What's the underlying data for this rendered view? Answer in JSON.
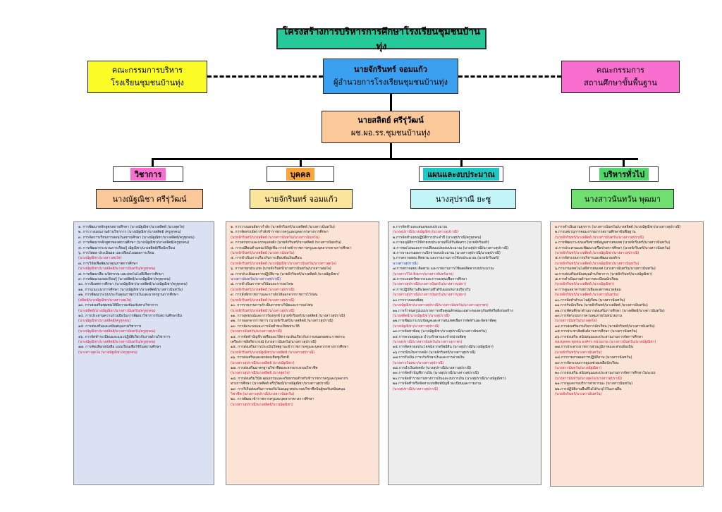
{
  "title": "โครงสร้างการบริหารการศึกษาโรงเรียนชุมชนบ้านทุ่ง",
  "top_left": {
    "line1": "คณะกรรมการบริหาร",
    "line2": "โรงเรียนชุมชนบ้านทุ่ง"
  },
  "director": {
    "line1": "นายจักรินทร์  จอมแก้ว",
    "line2": "ผู้อำนวยการโรงเรียนชุมชนบ้านทุ่ง"
  },
  "top_right": {
    "line1": "คณะกรรมการ",
    "line2": "สถานศึกษาขั้นพื้นฐาน"
  },
  "deputy": {
    "line1": "นายสลิตย์       ศรีรุ่วัฒน์",
    "line2": "ผช.ผอ.รร.ชุมชนบ้านทุ่ง"
  },
  "departments": [
    {
      "label": "วิชาการ",
      "head": "นางณัฐณิชา    ศรีรุ่วัฒน์",
      "tab_color": "#f86fd0",
      "name_color": "#fbc89a"
    },
    {
      "label": "บุคคล",
      "head": "นายจักรินทร์  จอมแก้ว",
      "tab_color": "#f9a53a",
      "name_color": "#fbe59b"
    },
    {
      "label": "แผนและงบประมาณ",
      "head": "นางสุปราณี  ยะซู",
      "tab_color": "#1fc7c2",
      "name_color": "#c3f5f8"
    },
    {
      "label": "บริหารทั่วไป",
      "head": "นางสาวนันทวัน  พุฒมา",
      "tab_color": "#4fd86a",
      "name_color": "#6fe06f"
    }
  ],
  "panels": [
    {
      "bg": "#d9e1f2",
      "lines": [
        {
          "s": "t",
          "x": "๑. การพัฒนาหลักสูตรสถานศึกษา (นางณัฐณิชา/นางสลิตย์ /นางสุดใจ)"
        },
        {
          "s": "t",
          "x": "๒. การวางแผนงานด้านวิชาการ (นางณัฐณิชา/นางสลิตย์ /ครูทุกคน)"
        },
        {
          "s": "t",
          "x": "๓. การจัดการเรียนการสอนในสถานศึกษา (นางณัฐณิชา/นางสลิตย์/ครูทุกคน)"
        },
        {
          "s": "t",
          "x": "๔. การพัฒนาหลักสูตรของสถานศึกษา (นางณัฐณิชา/นางสลิตย์/ครูทุกคน)"
        },
        {
          "s": "t",
          "x": "๕. การพัฒนากระบวนการเรียนรู้ ณัฐณิชา/นางสลิตย์/ชื่อนักเรียน"
        },
        {
          "s": "t",
          "x": "๖. การวัดผล ประเมินผล และเทียบโอนผลการเรียน"
        },
        {
          "s": "r",
          "x": "(นางณัฐณิชา/นางสาวสมใจ)"
        },
        {
          "s": "t",
          "x": "๗. การวิจัยเพื่อพัฒนาคุณภาพการศึกษา"
        },
        {
          "s": "r",
          "x": "(นางณัฐณิชา/นางสลิตย์/นางสาวนันทวัน/ครูทุกคน)"
        },
        {
          "s": "t",
          "x": "๘. การพัฒนาสื่อ นวัตกรรม และเทคโนโลยีเพื่อการศึกษา"
        },
        {
          "s": "t",
          "x": "๙. การพัฒนาแหล่งเรียนรู้ (นางสลิตย์/นางณัฐณิชา/ครูทุกคน)"
        },
        {
          "s": "t",
          "x": "๑๐. การนิเทศการศึกษา (นางณัฐณิชา/นางสลิตย์/นางณัฐณิชา/ครูทุกคน)"
        },
        {
          "s": "t",
          "x": "๑๑. การแนะแนวการศึกษา (นางณัฐณิชา/นางสลิตย์/นางสาวนันทวัน)"
        },
        {
          "s": "t",
          "x": "๑๒. การพัฒนาระบบประกันคุณภาพภายในและมาตรฐานการศึกษา"
        },
        {
          "s": "r",
          "x": "(สลิตย์/นางณัฐณิชา/นางสาวสมใจ)"
        },
        {
          "s": "t",
          "x": "๑๓. การส่งเสริมชุมชนให้มีความเข้มแข็งทางวิชาการ"
        },
        {
          "s": "r",
          "x": "(นางสลิตย์/นางณัฐณิชา/นางสาวนันทวัน/ครูทุกคน)"
        },
        {
          "s": "t",
          "x": "๑๔. การประสานความร่วมมือในการพัฒนาวิชาการกับสถานศึกษาอื่น"
        },
        {
          "s": "r",
          "x": "(นางณัฐณิชา/นางสลิตย์/ครูทุกคน)"
        },
        {
          "s": "t",
          "x": "๑๕. การส่งเสริมและสนับสนุนงานวิชาการ"
        },
        {
          "s": "r",
          "x": "(นางณัฐณิชา/นางสลิตย์/นางสาวนันทวัน/ครูทุกคน)"
        },
        {
          "s": "t",
          "x": "๑๖. การจัดทำระเบียบและแนวปฏิบัติเกี่ยวกับงานด้านวิชาการ"
        },
        {
          "s": "r",
          "x": "(นางณัฐณิชา/นางสลิตย์/นางสาวนันทวัน/ครูทุกคน)"
        },
        {
          "s": "t",
          "x": "๑๗. การคัดเลือกหนังสือ แบบเรียนเพื่อใช้ในสถานศึกษา"
        },
        {
          "s": "r",
          "x": "(นางสาวสุดใจ /นางณัฐณิชา/ครูทุกคน)"
        }
      ]
    },
    {
      "bg": "#fbe4d5",
      "lines": [
        {
          "s": "t",
          "x": "๑. การวางแผนอัตรากำลัง (นายจักรินทร์/นางสลิตย์ /นางสาวนันทวัน)"
        },
        {
          "s": "t",
          "x": "๒. การจัดสรรอัตรากำลังข้าราชการครูและบุคลากรทางการศึกษา"
        },
        {
          "s": "r",
          "x": "(นายจักรินทร์/นางสลิตย์ /นางสาวนันทวัน/นางสาวนันทวัน)"
        },
        {
          "s": "t",
          "x": "๓. การสรรหาและบรรจุแต่งตั้ง (นายจักรินทร์/นางสลิตย์ /นางสาวนันทวัน)"
        },
        {
          "s": "t",
          "x": "๔. การเปลี่ยนตำแหน่งให้สูงขึ้น การย้ายข้าราชการครูและบุคลากรทางการศึกษา"
        },
        {
          "s": "r",
          "x": "(นายจักรินทร์/นางสลิตย์ /นางสาวนันทวัน)"
        },
        {
          "s": "t",
          "x": "๕. การดำเนินการเกี่ยวกับการเลื่อนขั้นเงินเดือน"
        },
        {
          "s": "r",
          "x": "(นายจักรินทร์/นางสลิตย์ /นางณัฐณิชา/นางสาวนันทวัน/นางสาวสุดใจ)"
        },
        {
          "s": "t",
          "x": "๖. การลาทุกประเภท (นายจักรินทร์/นางสาวนันทวัน/นางสาวสมใจ)"
        },
        {
          "s": "t",
          "x": "๗. การประเมินผลการปฏิบัติงาน (นายจักรินทร์/นางสลิตย์ /นางณัฐณิชา/"
        },
        {
          "s": "bl",
          "x": "นางสาวนันทวัน/นางสาวสุปราณี)"
        },
        {
          "s": "t",
          "x": "๘. การดำเนินการทางวินัยและการลงโทษ"
        },
        {
          "s": "r",
          "x": "(นายจักรินทร์/นางสลิตย์ /นางสาวสุปราณี)"
        },
        {
          "s": "t",
          "x": "๙. การสั่งพักราชการและการสั่งให้ออกจากราชการไว้ก่อน"
        },
        {
          "s": "r",
          "x": "(นายจักรินทร์/นางสลิตย์ /นางสาวสุปราณี)"
        },
        {
          "s": "t",
          "x": "๑๐. การรายงานการดำเนินการทางวินัยและการลงโทษ"
        },
        {
          "s": "r",
          "x": "(นายจักรินทร์/นางสลิตย์ /นางสาวสุปราณี)"
        },
        {
          "s": "t",
          "x": "๑๑. การอุทธรณ์และการร้องทุกข์ (นายจักรินทร์/นางสลิตย์ /นางสาวสุปราณี)"
        },
        {
          "s": "t",
          "x": "๑๒. การออกจากราชการ (นายจักรินทร์/นางสลิตย์ /นางสาวสุปราณี)"
        },
        {
          "s": "t",
          "x": "๑๓. การจัดระบบและการจัดทำทะเบียนประวัติ"
        },
        {
          "s": "r",
          "x": "(นางสาวนันทวัน/นางสาวสุปราณี)"
        },
        {
          "s": "t",
          "x": "๑๔. การจัดทำบัญชีรายชื่อและให้ความเห็นเกี่ยวกับการเสนอขอพระราชทาน"
        },
        {
          "s": "t",
          "x": "เครื่องราชอิสริยาภรณ์ (นางสาวนันทวัน/นางสาวสุปราณี)"
        },
        {
          "s": "t",
          "x": "๑๕. การส่งเสริมการประเมินวิทยฐานะข้าราชการครูและบุคลากรทางการศึกษา"
        },
        {
          "s": "r",
          "x": "(นายจักรินทร์/นางณัฐณิชา/นางสลิตย์ /นางสาวสุปราณี)"
        },
        {
          "s": "t",
          "x": "๑๖. การส่งเสริมและยกย่องเชิดชูเกียรติ"
        },
        {
          "s": "r",
          "x": "(นางสาวสุปราณี/นางสลิตย์ /นางณัฐณิชา)"
        },
        {
          "s": "t",
          "x": "๑๗. การส่งเสริมมาตรฐานวิชาชีพและจรรยาบรรณวิชาชีพ"
        },
        {
          "s": "r",
          "x": "(นางสาวสุปราณี/นางสลิตย์ /นางสุดใจ)"
        },
        {
          "s": "t",
          "x": "๑๘. การส่งเสริมวินัย คุณธรรมและจริยธรรมสำหรับข้าราชการครูและบุคลากร"
        },
        {
          "s": "t",
          "x": "ทางการศึกษา (นางสลิตย์ ศรีรุ่วัฒน์/นางณัฐณิชา/นางสาวสุปราณี)"
        },
        {
          "s": "t",
          "x": "๑๙. การริเริ่มส่งเสริมการขอรับใบอนุญาตประกอบวิชาชีพในผู้ขอรับสนับสนุน"
        },
        {
          "s": "r",
          "x": "วิชาชีพ (นางสาวสุปราณี/นางสาวนันทวัน)"
        },
        {
          "s": "t",
          "x": "๒๐. การพัฒนาข้าราชการครูและบุคลากรทางการศึกษา"
        },
        {
          "s": "r",
          "x": "(นางสาวสุปราณี/นางสลิตย์/นางณัฐณิชา)"
        }
      ]
    },
    {
      "bg": "#ededed",
      "lines": [
        {
          "s": "t",
          "x": "๑.การจัดทำและเสนอของบประมาณ"
        },
        {
          "s": "r",
          "x": "(นางสุปราณี/นางณัฐณิชา/นางสาวสุปราณี)"
        },
        {
          "s": "t",
          "x": "๒.การจัดทำแผนปฏิบัติการประจำปี (นางสุปราณี/ครูทุกคน)"
        },
        {
          "s": "t",
          "x": "๓.การอนุมัติการใช้จ่ายงบประมาณที่ได้รับจัดสรร (นายจักรินทร์)"
        },
        {
          "s": "t",
          "x": "๔.การขอโอนและการเปลี่ยนแปลงงบประมาณ (นางสุปราณี/นางสาวสุปราณี)"
        },
        {
          "s": "t",
          "x": "๕.การรายงานผลการเบิกจ่ายงบประมาณ (นางสาวสุปราณี/นางสุปราณี)"
        },
        {
          "s": "t",
          "x": "๖.การตรวจสอบ ติดตาม และรายงานการใช้งบประมาณ (นายจักรินทร์/"
        },
        {
          "s": "bl",
          "x": "นางสาวสุปราณี)"
        },
        {
          "s": "t",
          "x": "๗.การตรวจสอบ ติดตาม และรายงานการใช้ผลผลิตจากงบประมาณ"
        },
        {
          "s": "r",
          "x": "(นางสาววิไล ยิ่งมาก/นางสาวจันทร์ฉาย)"
        },
        {
          "s": "t",
          "x": "๘.การระดมทรัพยากรและการลงทุนเพื่อการศึกษา"
        },
        {
          "s": "r",
          "x": "(นางสาวสุปราณี/นางสาวนันทวัน/นางสาวบุปผา)"
        },
        {
          "s": "t",
          "x": "๙.การปฏิบัติงานอื่นใดตามที่ได้รับมอบหมายเกี่ยวกับ"
        },
        {
          "s": "r",
          "x": "(นางสาวสุปราณี/นางสาวนันทวัน/นางสาวบุปผา)"
        },
        {
          "s": "t",
          "x": "๑๐.การวางแผนพัสดุ"
        },
        {
          "s": "r",
          "x": "(นางณัฐณิชา/นางสาวสุปราณี/นางสาวนันทวัน/นางสาวสุภาพร)"
        },
        {
          "s": "t",
          "x": "๑๑.การกำหนดรูปแบบรายการหรือคุณลักษณะเฉพาะของครุภัณฑ์หรือสิ่งก่อสร้าง"
        },
        {
          "s": "r",
          "x": "(นายสลิตย์/นางณัฐณิชา/นางสุปราณี)"
        },
        {
          "s": "t",
          "x": "๑๒.การพัฒนาระบบข้อมูลและสารสนเทศเพื่อการจัดทำและจัดหาพัสดุ"
        },
        {
          "s": "r",
          "x": "(นางณัฐณิชา/นางสาวสุปราณี)"
        },
        {
          "s": "t",
          "x": "๑๓.การจัดหาพัสดุ (นางณัฐณิชา/นางสุปราณี/นางสาวนันทวัน)"
        },
        {
          "s": "t",
          "x": "๑๔.การควบคุมดูแล บำรุงรักษาและจำหน่ายพัสดุ"
        },
        {
          "s": "r",
          "x": "(นางสุปราณี/นางสาวนันทวัน/นางสาวสุภาพร)"
        },
        {
          "s": "t",
          "x": "๑๕.การจัดหาผลประโยชน์จากทรัพย์สิน (นางสุปราณี/นางณัฐณิชา)"
        },
        {
          "s": "t",
          "x": "๑๖.การเบิกเงินจากคลัง (นายจักรินทร์/นางสาวสุปราณี)"
        },
        {
          "s": "t",
          "x": "๑๗.การรับเงิน การเก็บรักษาเงินและการจ่ายเงิน"
        },
        {
          "s": "r",
          "x": "(นางสาววันทนา/นางสาวสุปราณี)"
        },
        {
          "s": "t",
          "x": "๑๘.การนำเงินส่งคลัง (นางสุปราณี/นางสาวสุปราณี)"
        },
        {
          "s": "t",
          "x": "๑๙.การจัดทำบัญชีการเงิน (นางสุปราณี/นางสาวสุปราณี)"
        },
        {
          "s": "t",
          "x": "๒๐.การจัดทำรายงานทางการเงินและงบการเงิน (นางสุปราณี/นางณัฐณิชา)"
        },
        {
          "s": "t",
          "x": "๒๑.การจัดทำหรือจัดหาแบบพิมพ์บัญชี ทะเบียนและรายงาน"
        },
        {
          "s": "r",
          "x": "(นางสุปราณี/นางสาวสุปราณี)"
        }
      ]
    },
    {
      "bg": "#fbe4d5",
      "lines": [
        {
          "s": "t",
          "x": "๑.การดำเนินงานธุรการ (นางสาวนันทวัน/นางสลิตย์ /นางณัฐณิชา/นางสาวสุปราณี)"
        },
        {
          "s": "t",
          "x": "๒.การเลขานุการคณะกรรมการสถานศึกษาขั้นพื้นฐาน"
        },
        {
          "s": "r",
          "x": "(นายจักรินทร์/นางสลิตย์ /นางสาวนันทวัน/นางสาวสุปราณี)"
        },
        {
          "s": "t",
          "x": "๓.การพัฒนาระบบเครือข่ายข้อมูลสารสนเทศ (นายจักรินทร์/นางสาวนันทวัน)"
        },
        {
          "s": "t",
          "x": "๔.การประสานและพัฒนาเครือข่ายการศึกษา (นายจักรินทร์/นางสาวนันทวัน)"
        },
        {
          "s": "r",
          "x": "(นายจักรินทร์/นางสลิตย์ /นางณัฐณิชา/นางสาวสุปราณี)"
        },
        {
          "s": "t",
          "x": "๕.การจัดระบบการบริหารและพัฒนาองค์กร"
        },
        {
          "s": "r",
          "x": "(นายจักรินทร์/นางสลิตย์ /นางณัฐณิชา/นางสาวนันทวัน)"
        },
        {
          "s": "t",
          "x": "๖.การงานเทคโนโลยีสารสนเทศ (นางสาวนันทวัน/นางสาวนันทวัน)"
        },
        {
          "s": "t",
          "x": "๗.การส่งเสริมสนับสนุนด้านวิชาการ (นายจักรินทร์/นางณัฐณิชา)"
        },
        {
          "s": "t",
          "x": "๘.การดำเนินงานด้านการทะเบียนนักเรียน"
        },
        {
          "s": "r",
          "x": "(นายจักรินทร์/นางสลิตย์ /นางณัฐณิชา)"
        },
        {
          "s": "t",
          "x": "๙.การดูแลอาคารสถานที่และสภาพแวดล้อม"
        },
        {
          "s": "r",
          "x": "(นายจักรินทร์/นางสลิตย์ /นางสาวนันทวัน)"
        },
        {
          "s": "t",
          "x": "๑๐.การจัดทำสำมะโนผู้เรียน (นางสาวนันทวัน)"
        },
        {
          "s": "t",
          "x": "๑๑.การรับนักเรียน (นายจักรินทร์/นางสลิตย์ /นางสาวนันทวัน)"
        },
        {
          "s": "t",
          "x": "๑๒.การทัศนศึกษาด้านการส่งเสริมการศึกษา (นางสลิตย์/นางสาวนันทวัน)"
        },
        {
          "s": "t",
          "x": "๑๓.การจัดระบบการควบคุมภายในหน่วยงาน"
        },
        {
          "s": "r",
          "x": "(นางสาวนันทวัน/นางสุดใจ)"
        },
        {
          "s": "t",
          "x": "๑๔.การส่งเสริมงานกิจการนักเรียน (นายจักรินทร์/นางสาวนันทวัน)"
        },
        {
          "s": "t",
          "x": "๑๕.การประชาสัมพันธ์งานการศึกษา (นางสาวนันทวัน)"
        },
        {
          "s": "t",
          "x": "๑๖.การส่งเสริม สนับสนุนและประสานงานการจัดการศึกษา"
        },
        {
          "s": "r",
          "x": "ของบุคคล ชุมชน องค์กร หน่วยงาน (นางสาวนันทวัน/นางณัฐณิชา)"
        },
        {
          "s": "t",
          "x": "๑๗.การประสานราชการส่วนภูมิภาคและส่วนท้องถิ่น"
        },
        {
          "s": "r",
          "x": "(นายจักรินทร์/นางสาวนันทวัน)"
        },
        {
          "s": "t",
          "x": "๑๘.การรายงานผลการปฏิบัติงาน (นางสาวนันทวัน)"
        },
        {
          "s": "t",
          "x": "๑๙.การจัดระบบการดูแลช่วยเหลือนักเรียน"
        },
        {
          "s": "r",
          "x": "(นางสาวนันทวัน/นางณัฐณิชา)"
        },
        {
          "s": "t",
          "x": "๒๐.การส่งเสริม สนับสนุนและประสานงานการจัดการศึกษาในระบบ"
        },
        {
          "s": "r",
          "x": "(นางสาวนันทวัน/นางสุดใจ/นางสาวสุปราณี)"
        },
        {
          "s": "t",
          "x": "๒๑.การดูแลงานบริการสาธารณะ (นางสาวนันทวัน)"
        },
        {
          "s": "t",
          "x": "๒๒.การปฏิบัติงานอื่นที่ไม่ได้ระบุไว้ในงานอื่น"
        },
        {
          "s": "r",
          "x": "(นายจักรินทร์/นางสาวนันทวัน)"
        }
      ]
    }
  ]
}
